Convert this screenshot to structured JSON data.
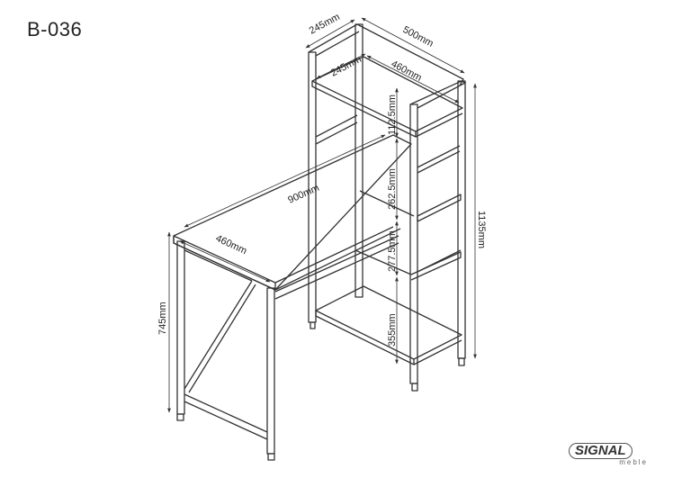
{
  "product": {
    "code": "B-036"
  },
  "dimensions": {
    "shelf_top_depth": "245mm",
    "shelf_top_width": "500mm",
    "shelf_inner_depth": "245mm",
    "shelf_inner_width": "460mm",
    "gap_1": "112.5mm",
    "gap_2": "262.5mm",
    "gap_3": "277.5mm",
    "gap_4": "355mm",
    "total_height": "1135mm",
    "desk_width": "900mm",
    "desk_depth": "460mm",
    "desk_height": "745mm"
  },
  "logo": {
    "main": "SIGNAL",
    "sub": "meble"
  },
  "colors": {
    "line": "#333333",
    "text": "#222222",
    "background": "#ffffff"
  }
}
